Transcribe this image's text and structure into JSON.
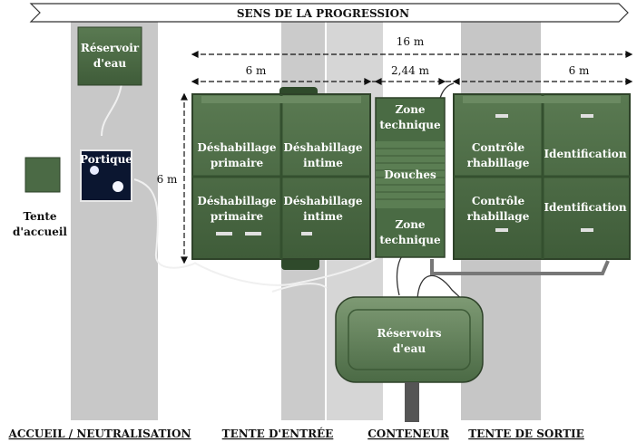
{
  "banner": {
    "text": "SENS DE LA PROGRESSION"
  },
  "dimensions": {
    "total": "16 m",
    "entry_width": "6 m",
    "container_width": "2,44 m",
    "exit_width": "6 m",
    "depth": "6 m"
  },
  "reception": {
    "line1": "Tente",
    "line2": "d'accueil"
  },
  "water_top": {
    "line1": "Réservoir",
    "line2": "d'eau"
  },
  "portique": {
    "label": "Portique"
  },
  "entry_tent": {
    "cells": [
      {
        "line1": "Déshabillage",
        "line2": "primaire"
      },
      {
        "line1": "Déshabillage",
        "line2": "intime"
      },
      {
        "line1": "Déshabillage",
        "line2": "primaire"
      },
      {
        "line1": "Déshabillage",
        "line2": "intime"
      }
    ]
  },
  "container": {
    "top": {
      "line1": "Zone",
      "line2": "technique"
    },
    "middle": {
      "label": "Douches"
    },
    "bottom": {
      "line1": "Zone",
      "line2": "technique"
    }
  },
  "exit_tent": {
    "cells": [
      {
        "line1": "Contrôle",
        "line2": "rhabillage"
      },
      {
        "label": "Identification"
      },
      {
        "line1": "Contrôle",
        "line2": "rhabillage"
      },
      {
        "label": "Identification"
      }
    ]
  },
  "water_bottom": {
    "line1": "Réservoirs",
    "line2": "d'eau"
  },
  "zones": [
    "ACCUEIL / NEUTRALISATION",
    "TENTE D'ENTRÉE",
    "CONTENEUR",
    "TENTE DE SORTIE"
  ],
  "colors": {
    "tent_green": "#4c6b46",
    "tent_dark": "#36502f",
    "lane_gray": "#c4c4c4"
  }
}
